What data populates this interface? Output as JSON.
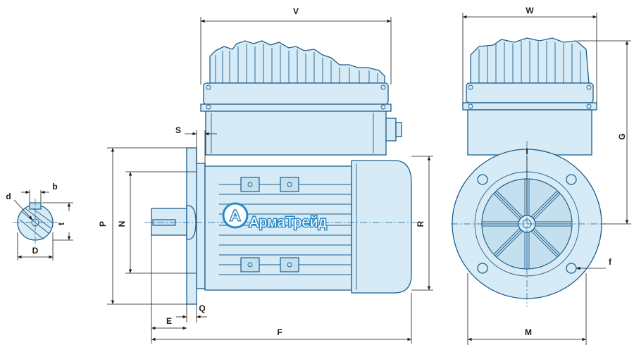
{
  "labels": {
    "V": "V",
    "W": "W",
    "S": "S",
    "G": "G",
    "I": "I",
    "P": "P",
    "N": "N",
    "R": "R",
    "Q": "Q",
    "E": "E",
    "F": "F",
    "M": "M",
    "f": "f",
    "d": "d",
    "b": "b",
    "t": "t",
    "D": "D"
  },
  "watermark": {
    "text": "АрмаТрейд",
    "logo_letter": "A"
  },
  "colors": {
    "outline": "#1d5e8e",
    "body_fill": "#d6ebf6",
    "dimension": "#1a1a1a",
    "watermark": "#2a8ac6"
  }
}
